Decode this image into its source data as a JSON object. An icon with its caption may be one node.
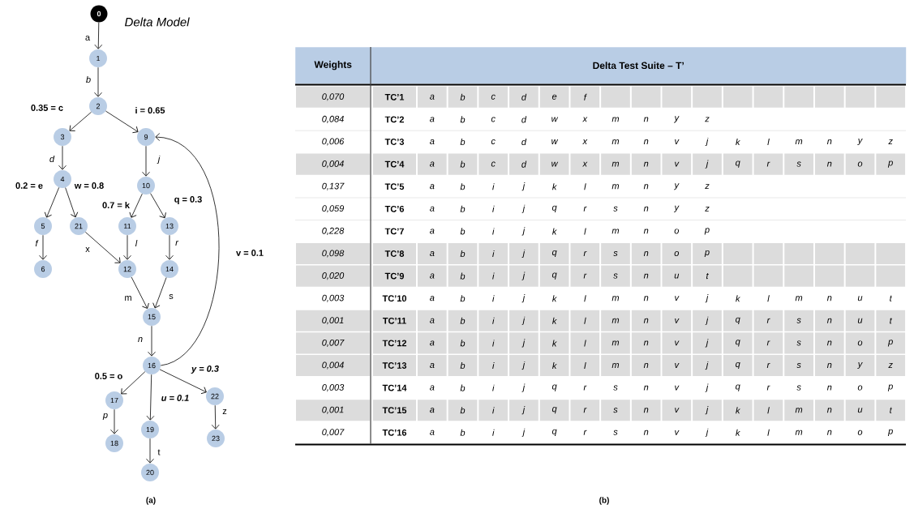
{
  "diagram": {
    "nodes": [
      {
        "text": [
          "0"
        ]
      },
      {
        "text": [
          "1"
        ]
      },
      {
        "text": [
          "2"
        ]
      },
      {
        "text": [
          "3"
        ]
      },
      {
        "text": [
          "4"
        ]
      },
      {
        "text": [
          "5"
        ]
      },
      {
        "text": [
          "6"
        ]
      },
      {
        "text": [
          "9"
        ]
      },
      {
        "text": [
          "10"
        ]
      },
      {
        "text": [
          "11"
        ]
      },
      {
        "text": [
          "12"
        ]
      },
      {
        "text": [
          "13"
        ]
      },
      {
        "text": [
          "14"
        ]
      },
      {
        "text": [
          "15"
        ]
      },
      {
        "text": [
          "16"
        ]
      },
      {
        "text": [
          "17"
        ]
      },
      {
        "text": [
          "18"
        ]
      },
      {
        "text": [
          "19"
        ]
      },
      {
        "text": [
          "20"
        ]
      },
      {
        "text": [
          "21"
        ]
      },
      {
        "text": [
          "22"
        ]
      },
      {
        "text": [
          "23"
        ]
      }
    ],
    "edges": [
      {
        "from": 0,
        "to": 1,
        "arrow": "to",
        "label": "a"
      },
      {
        "from": 1,
        "to": 2,
        "arrow": "to",
        "label": "b"
      },
      {
        "from": 2,
        "to": 3,
        "arrow": "to",
        "label": "0.35 = c"
      },
      {
        "from": 2,
        "to": 7,
        "arrow": "to",
        "label": "i = 0.65"
      },
      {
        "from": 3,
        "to": 4,
        "arrow": "to",
        "label": "d"
      },
      {
        "from": 7,
        "to": 8,
        "arrow": "to",
        "label": "j"
      },
      {
        "from": 4,
        "to": 5,
        "arrow": "to",
        "label": "0.2 = e"
      },
      {
        "from": 4,
        "to": 19,
        "arrow": "to",
        "label": "w = 0.8"
      },
      {
        "from": 8,
        "to": 9,
        "arrow": "to",
        "label": "0.7 = k"
      },
      {
        "from": 8,
        "to": 11,
        "arrow": "to",
        "label": "q = 0.3"
      },
      {
        "from": 5,
        "to": 6,
        "arrow": "to",
        "label": "f"
      },
      {
        "from": 19,
        "to": 10,
        "arrow": "to",
        "label": "x"
      },
      {
        "from": 9,
        "to": 10,
        "arrow": "to",
        "label": "l"
      },
      {
        "from": 11,
        "to": 12,
        "arrow": "to",
        "label": "r"
      },
      {
        "from": 10,
        "to": 13,
        "arrow": "to",
        "label": "m"
      },
      {
        "from": 12,
        "to": 13,
        "arrow": "to",
        "label": "s"
      },
      {
        "from": 13,
        "to": 14,
        "arrow": "to",
        "label": "n"
      },
      {
        "from": 14,
        "to": 7,
        "arrow": "to",
        "label": "v = 0.1"
      },
      {
        "from": 14,
        "to": 15,
        "arrow": "to",
        "label": "0.5 = o"
      },
      {
        "from": 14,
        "to": 17,
        "arrow": "to",
        "label": "u = 0.1"
      },
      {
        "from": 14,
        "to": 20,
        "arrow": "to",
        "label": "y = 0.3"
      },
      {
        "from": 15,
        "to": 16,
        "arrow": "to",
        "label": "p"
      },
      {
        "from": 17,
        "to": 18,
        "arrow": "to",
        "label": "t"
      },
      {
        "from": 20,
        "to": 21,
        "arrow": "to",
        "label": "z"
      }
    ],
    "title": "Delta Model",
    "labels": [
      "Weights",
      "Delta Test Suite – T’",
      "0,070",
      "TC’1",
      "a",
      "b",
      "c",
      "d",
      "e",
      "f",
      "0,084",
      "TC’2",
      "a",
      "b",
      "c",
      "d",
      "w",
      "x",
      "m",
      "n",
      "y",
      "z",
      "0,006",
      "TC’3",
      "a",
      "b",
      "c",
      "d",
      "w",
      "x",
      "m",
      "n",
      "v",
      "j",
      "k",
      "l",
      "m",
      "n",
      "y",
      "z",
      "0,004",
      "TC’4",
      "a",
      "b",
      "c",
      "d",
      "w",
      "x",
      "m",
      "n",
      "v",
      "j",
      "q",
      "r",
      "s",
      "n",
      "o",
      "p",
      "0,137",
      "TC’5",
      "a",
      "b",
      "i",
      "j",
      "k",
      "l",
      "m",
      "n",
      "y",
      "z",
      "0,059",
      "TC’6",
      "a",
      "b",
      "i",
      "j",
      "q",
      "r",
      "s",
      "n",
      "y",
      "z",
      "0,228",
      "TC’7",
      "a",
      "b",
      "i",
      "j",
      "k",
      "l",
      "m",
      "n",
      "o",
      "p",
      "0,098",
      "TC’8",
      "a",
      "b",
      "i",
      "j",
      "q",
      "r",
      "s",
      "n",
      "o",
      "p",
      "0,020",
      "TC’9",
      "a",
      "b",
      "i",
      "j",
      "q",
      "r",
      "s",
      "n",
      "u",
      "t",
      "0,003",
      "TC’10",
      "a",
      "b",
      "i",
      "j",
      "k",
      "l",
      "m",
      "n",
      "v",
      "j",
      "k",
      "l",
      "m",
      "n",
      "u",
      "t",
      "0,001",
      "TC’11",
      "a",
      "b",
      "i",
      "j",
      "k",
      "l",
      "m",
      "n",
      "v",
      "j",
      "q",
      "r",
      "s",
      "n",
      "u",
      "t",
      "0,007",
      "TC’12",
      "a",
      "b",
      "i",
      "j",
      "k",
      "l",
      "m",
      "n",
      "v",
      "j",
      "q",
      "r",
      "s",
      "n",
      "o",
      "p",
      "0,004",
      "TC’13",
      "a",
      "b",
      "i",
      "j",
      "k",
      "l",
      "m",
      "n",
      "v",
      "j",
      "q",
      "r",
      "s",
      "n",
      "y",
      "z",
      "0,003",
      "TC’14",
      "a",
      "b",
      "i",
      "j",
      "q",
      "r",
      "s",
      "n",
      "v",
      "j",
      "q",
      "r",
      "s",
      "n",
      "o",
      "p",
      "0,001",
      "TC’15",
      "a",
      "b",
      "i",
      "j",
      "q",
      "r",
      "s",
      "n",
      "v",
      "j",
      "k",
      "l",
      "m",
      "n",
      "u",
      "t",
      "0,007",
      "TC’16",
      "a",
      "b",
      "i",
      "j",
      "q",
      "r",
      "s",
      "n",
      "v",
      "j",
      "k",
      "l",
      "m",
      "n",
      "o",
      "p",
      "(a)",
      "(b)"
    ]
  }
}
